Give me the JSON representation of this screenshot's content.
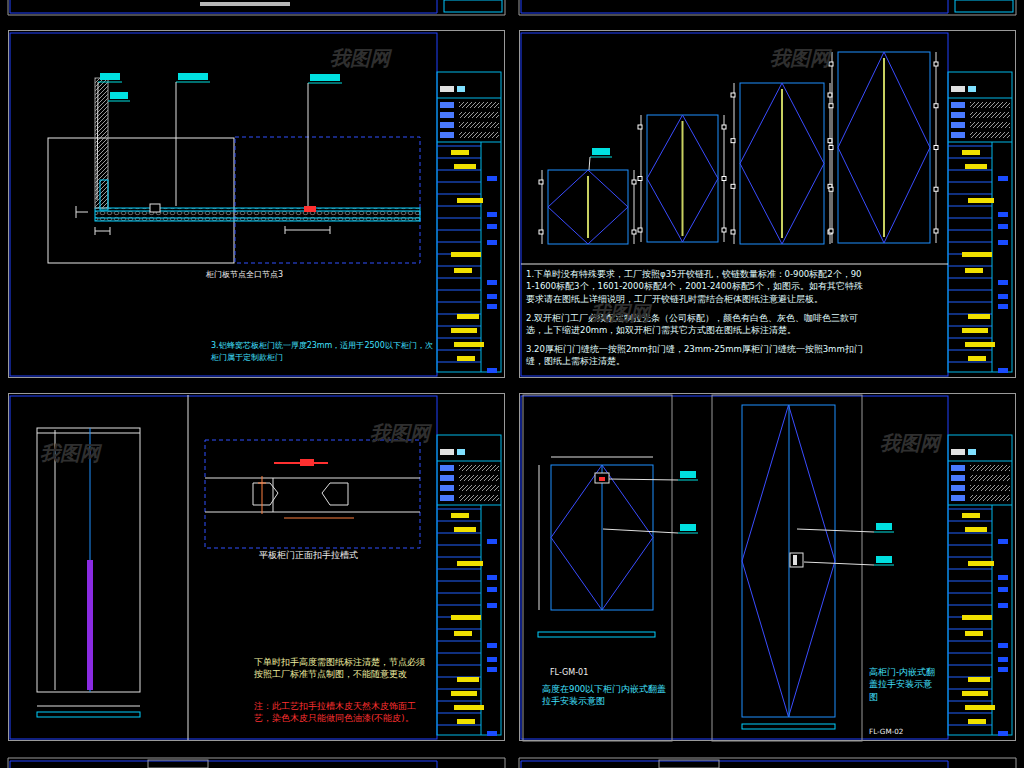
{
  "diagram": {
    "nodes": [
      {
        "text": [
          "柜门板节点全口节点3",
          "3.铝蜂窝芯板柜门统一厚度23mm，适用于2500以下柜门，次柜门属于定制款柜门"
        ]
      },
      {
        "text": [
          "1.下单时没有特殊要求，工厂按照φ35开铰链孔，铰链数量标准：0-900标配2个，901-1600标配3个，1601-2000标配4个，2001-2400标配5个，如图示。如有其它特殊要求请在图纸上详细说明，工厂开铰链孔时需结合柜体图纸注意避让层板。",
          "2.双开柜门工厂必须配定制拉光条（公司标配），颜色有白色、灰色、咖啡色三款可选，上下缩进20mm，如双开柜门需其它方式图在图纸上标注清楚。",
          "3.20厚柜门门缝统一按照2mm扣门缝，23mm-25mm厚柜门门缝统一按照3mm扣门缝，图纸上需标注清楚。"
        ]
      },
      {
        "text": [
          "平板柜门正面扣手拉槽式",
          "下单时扣手高度需图纸标注清楚，节点必须按照工厂标准节点制图，不能随意更改",
          "注：此工艺扣手拉槽木皮天然木皮饰面工艺，染色木皮只能做同色油漆(不能皮)。"
        ]
      },
      {
        "text": [
          "FL-GM-01",
          "高度在900以下柜门内嵌式翻盖拉手安装示意图",
          "高柜门-内嵌式翻盖拉手安装示意图",
          "FL-GM-02"
        ]
      }
    ],
    "labels": [
      "我图网",
      "我图网",
      "我图网",
      "我图网",
      "我图网",
      "我图网"
    ]
  }
}
